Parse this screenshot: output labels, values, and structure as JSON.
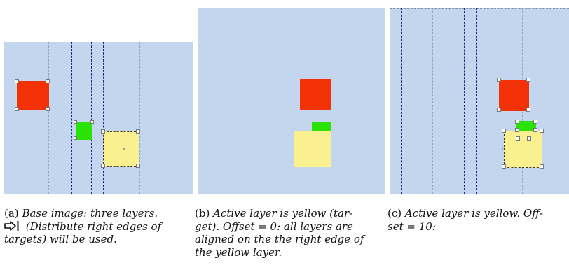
{
  "colors": {
    "canvas_bg": "#c3d6ee",
    "red_layer": "#f23206",
    "green_layer": "#2be206",
    "yellow_layer": "#fbf090",
    "guide_dark": "#1a2a8c",
    "guide_light": "#8fa3c4"
  },
  "figure": {
    "panels": [
      {
        "label": "(a)",
        "caption_line1": "Base image:  three layers.",
        "icon": "distribute-right-edges-icon",
        "caption_line2": "(Distribute right edges of",
        "caption_line3": "targets) will be used."
      },
      {
        "label": "(b)",
        "caption_line1": "Active layer is yellow (tar-",
        "caption_line2": "get).  Offset = 0:  all layers are",
        "caption_line3": "aligned on the the right edge of",
        "caption_line4": "the yellow layer."
      },
      {
        "label": "(c)",
        "caption_line1": "Active layer is yellow.  Off-",
        "caption_line2": "set = 10:"
      }
    ]
  }
}
